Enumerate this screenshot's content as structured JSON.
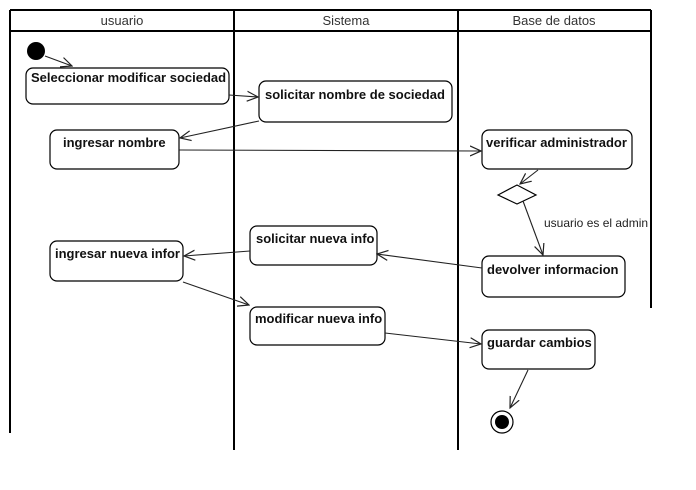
{
  "lanes": [
    {
      "title": "usuario"
    },
    {
      "title": "Sistema"
    },
    {
      "title": "Base de datos"
    }
  ],
  "actions": {
    "seleccionar": "Seleccionar modificar sociedad",
    "solicitar_nombre": "solicitar nombre de sociedad",
    "ingresar_nombre": "ingresar nombre",
    "verificar": "verificar administrador",
    "solicitar_info": "solicitar nueva info",
    "ingresar_info": "ingresar nueva infor",
    "devolver": "devolver informacion",
    "modificar": "modificar nueva info",
    "guardar": "guardar cambios"
  },
  "guard": "usuario es el admin"
}
